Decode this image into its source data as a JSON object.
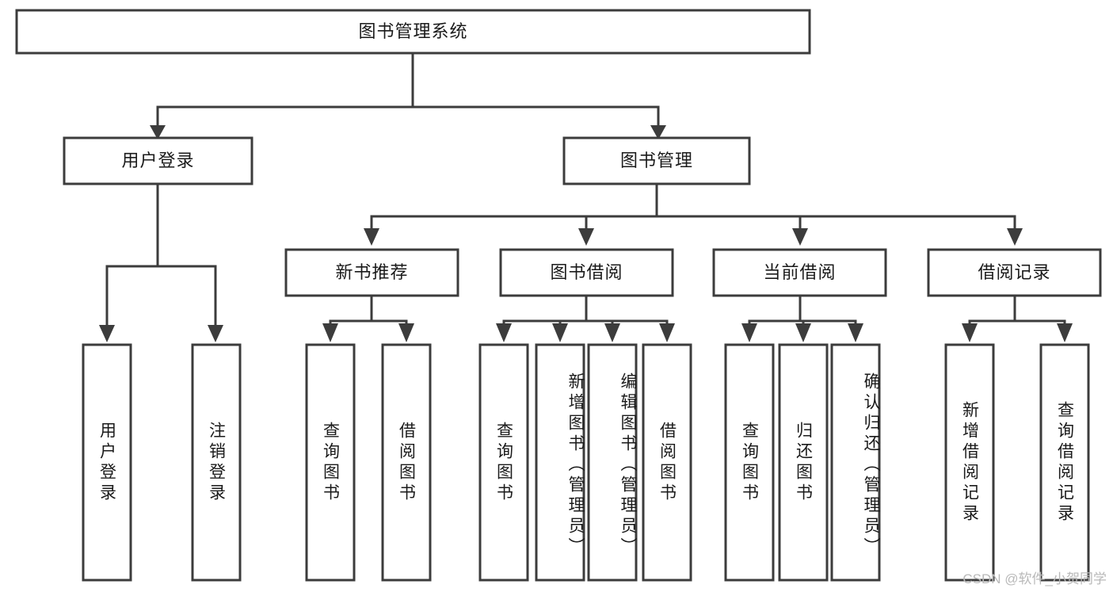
{
  "diagram": {
    "type": "tree-hierarchy-diagram",
    "title": "图书管理系统",
    "watermark": "CSDN @软件_小贺同学",
    "colors": {
      "stroke": "#3c3c3c",
      "fill": "#ffffff",
      "text": "#1a1a1a",
      "watermark": "#b9b9b9"
    },
    "root": {
      "label": "图书管理系统"
    },
    "level1": [
      {
        "label": "用户登录"
      },
      {
        "label": "图书管理"
      }
    ],
    "level2": [
      {
        "label": "新书推荐"
      },
      {
        "label": "图书借阅"
      },
      {
        "label": "当前借阅"
      },
      {
        "label": "借阅记录"
      }
    ],
    "leaves": {
      "user_login": [
        {
          "label": "用户登录"
        },
        {
          "label": "注销登录"
        }
      ],
      "new_book_recommend": [
        {
          "label": "查询图书"
        },
        {
          "label": "借阅图书"
        }
      ],
      "book_borrow": [
        {
          "label": "查询图书"
        },
        {
          "label": "新增图书（管理员）"
        },
        {
          "label": "编辑图书（管理员）"
        },
        {
          "label": "借阅图书"
        }
      ],
      "current_borrow": [
        {
          "label": "查询图书"
        },
        {
          "label": "归还图书"
        },
        {
          "label": "确认归还（管理员）"
        }
      ],
      "borrow_record": [
        {
          "label": "新增借阅记录"
        },
        {
          "label": "查询借阅记录"
        }
      ]
    }
  }
}
